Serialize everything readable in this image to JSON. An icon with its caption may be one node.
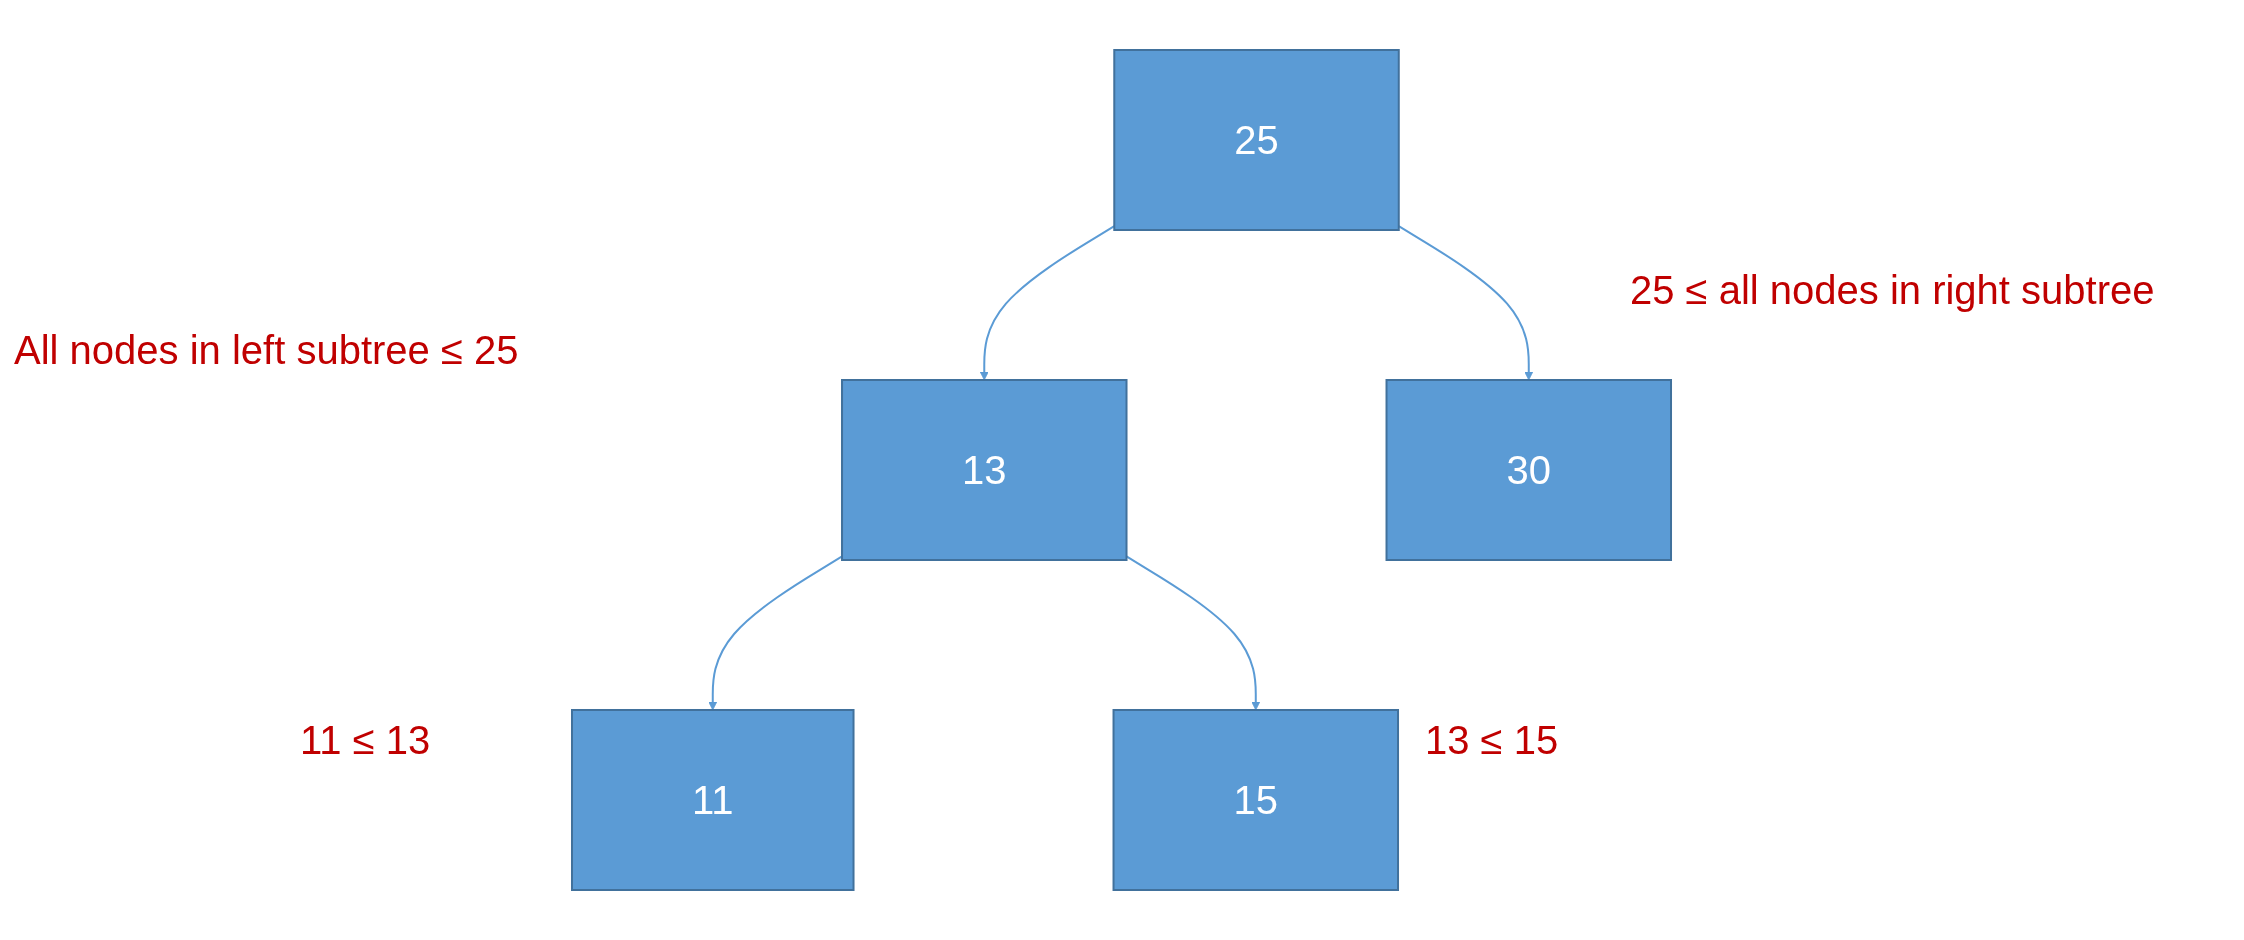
{
  "diagram": {
    "nodes": [
      {
        "text": [
          "25"
        ]
      },
      {
        "text": [
          "13"
        ]
      },
      {
        "text": [
          "30"
        ]
      },
      {
        "text": [
          "11"
        ]
      },
      {
        "text": [
          "15"
        ]
      }
    ],
    "edges": [
      {
        "from": 0,
        "to": 1,
        "arrow": "to"
      },
      {
        "from": 0,
        "to": 2,
        "arrow": "to"
      },
      {
        "from": 1,
        "to": 3,
        "arrow": "to"
      },
      {
        "from": 1,
        "to": 4,
        "arrow": "to"
      }
    ],
    "labels": [
      "25 ≤ all nodes in right subtree",
      "All nodes in left subtree ≤ 25",
      "11 ≤ 13",
      "13 ≤ 15"
    ]
  }
}
